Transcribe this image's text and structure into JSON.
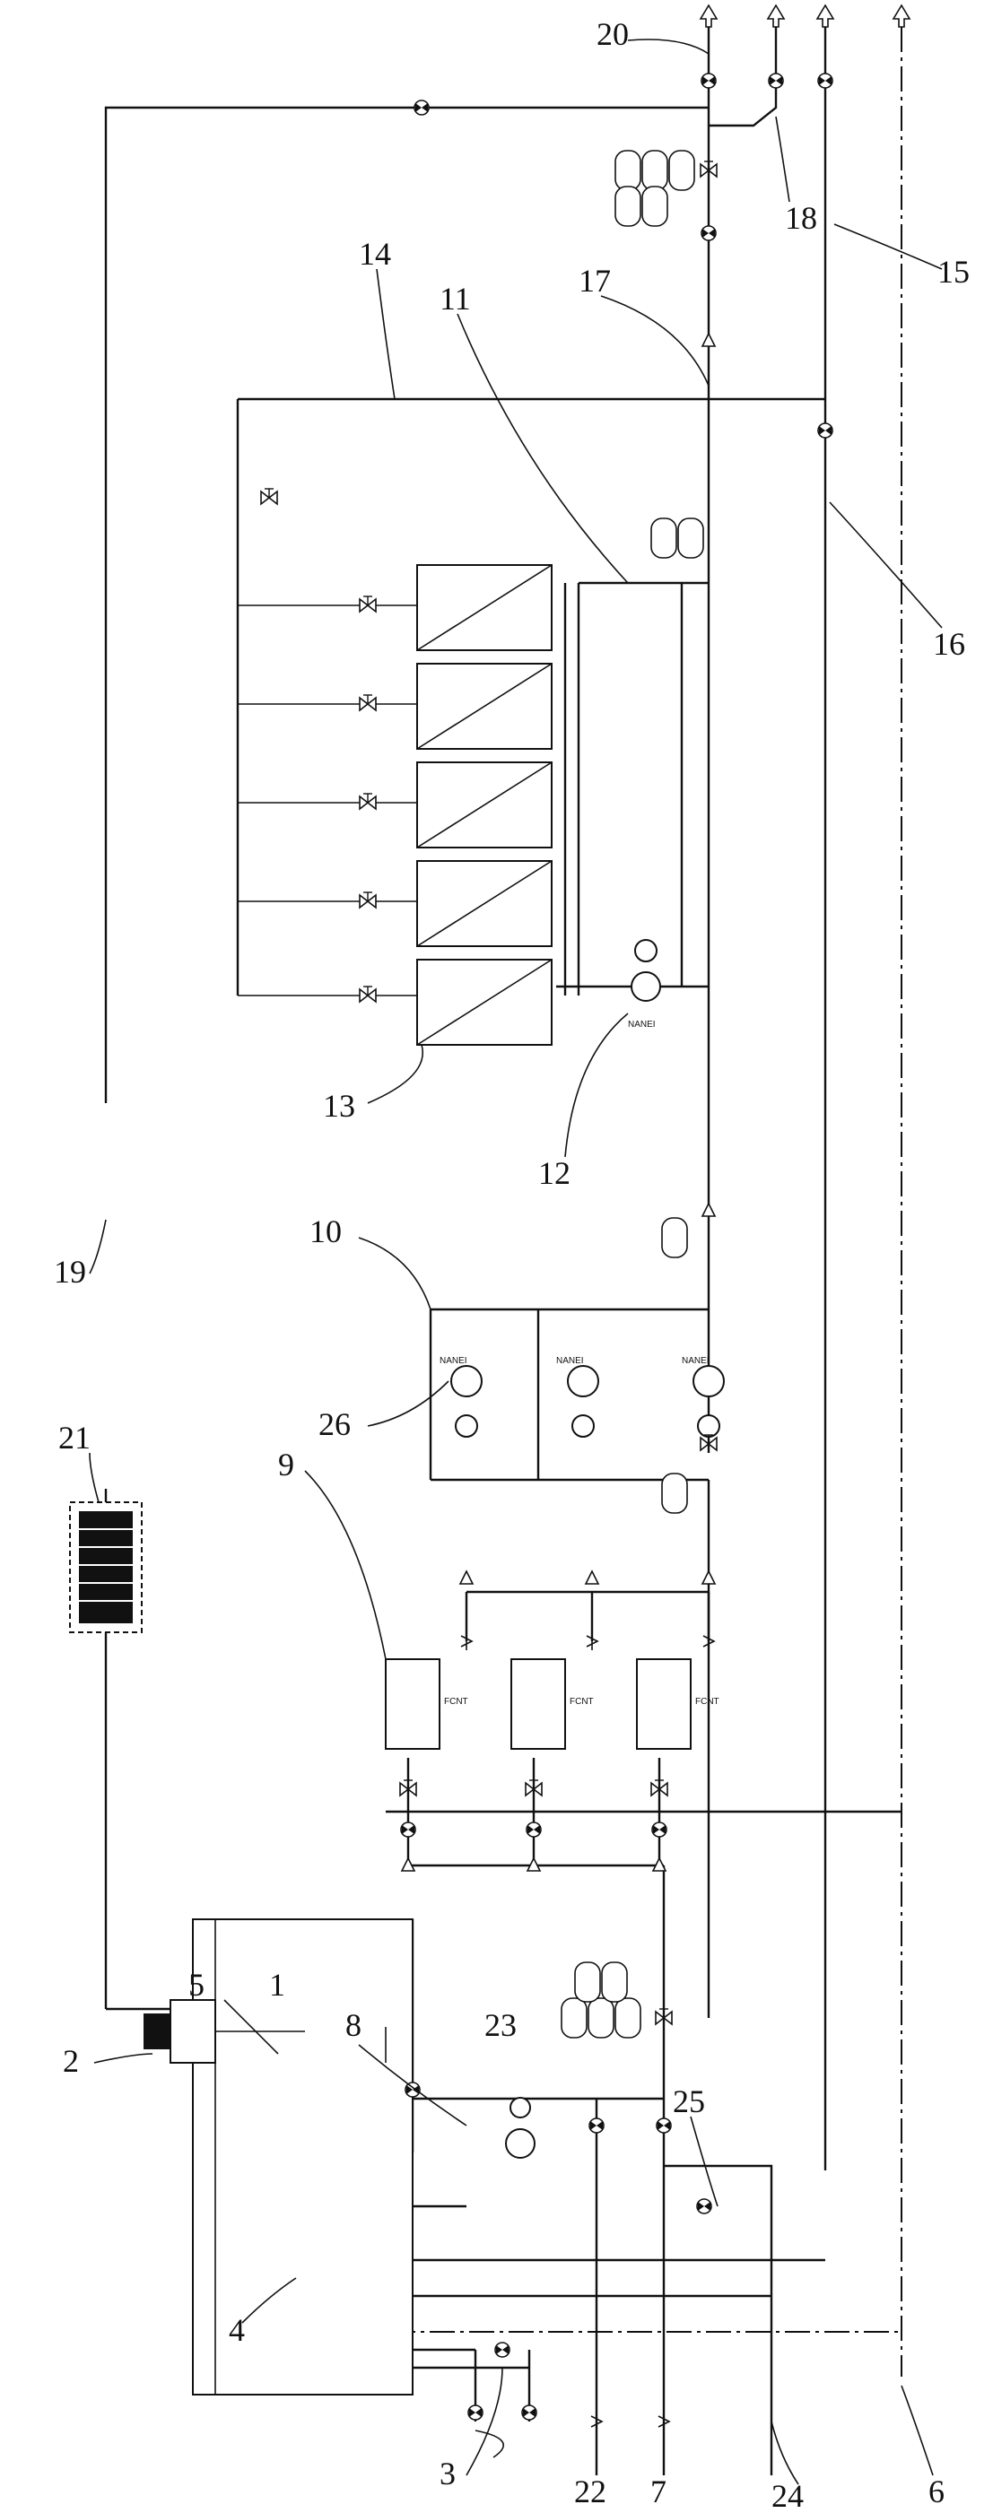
{
  "labels": {
    "l1": "1",
    "l2": "2",
    "l3": "3",
    "l4": "4",
    "l5": "5",
    "l6": "6",
    "l7": "7",
    "l8": "8",
    "l9": "9",
    "l10": "10",
    "l11": "11",
    "l12": "12",
    "l13": "13",
    "l14": "14",
    "l15": "15",
    "l16": "16",
    "l17": "17",
    "l18": "18",
    "l19": "19",
    "l20": "20",
    "l21": "21",
    "l22": "22",
    "l23": "23",
    "l24": "24",
    "l25": "25",
    "l26": "26"
  },
  "pump_tag": "NANEI",
  "filter_tag": "FCNT",
  "colors": {
    "line": "#111111",
    "background": "#ffffff"
  }
}
